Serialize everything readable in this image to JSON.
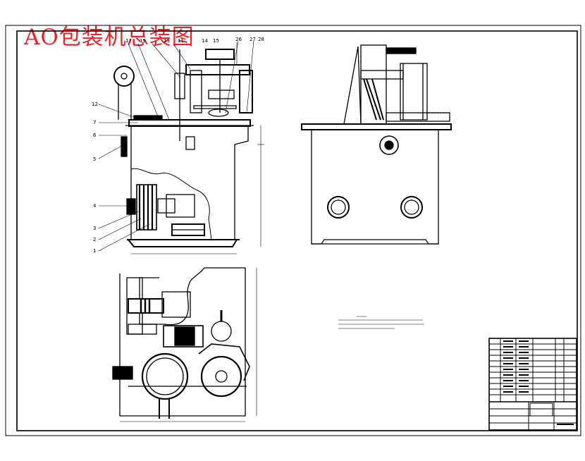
{
  "title": "AO包装机总装图",
  "colors": {
    "title": "#e8242b",
    "line": "#000000",
    "paper": "#ffffff"
  },
  "leaders": {
    "left": [
      "12",
      "7",
      "6",
      "5",
      "4",
      "3",
      "2",
      "1"
    ],
    "top": [
      "17",
      "19",
      "13",
      "11",
      "14",
      "15",
      "26",
      "27",
      "28"
    ]
  }
}
